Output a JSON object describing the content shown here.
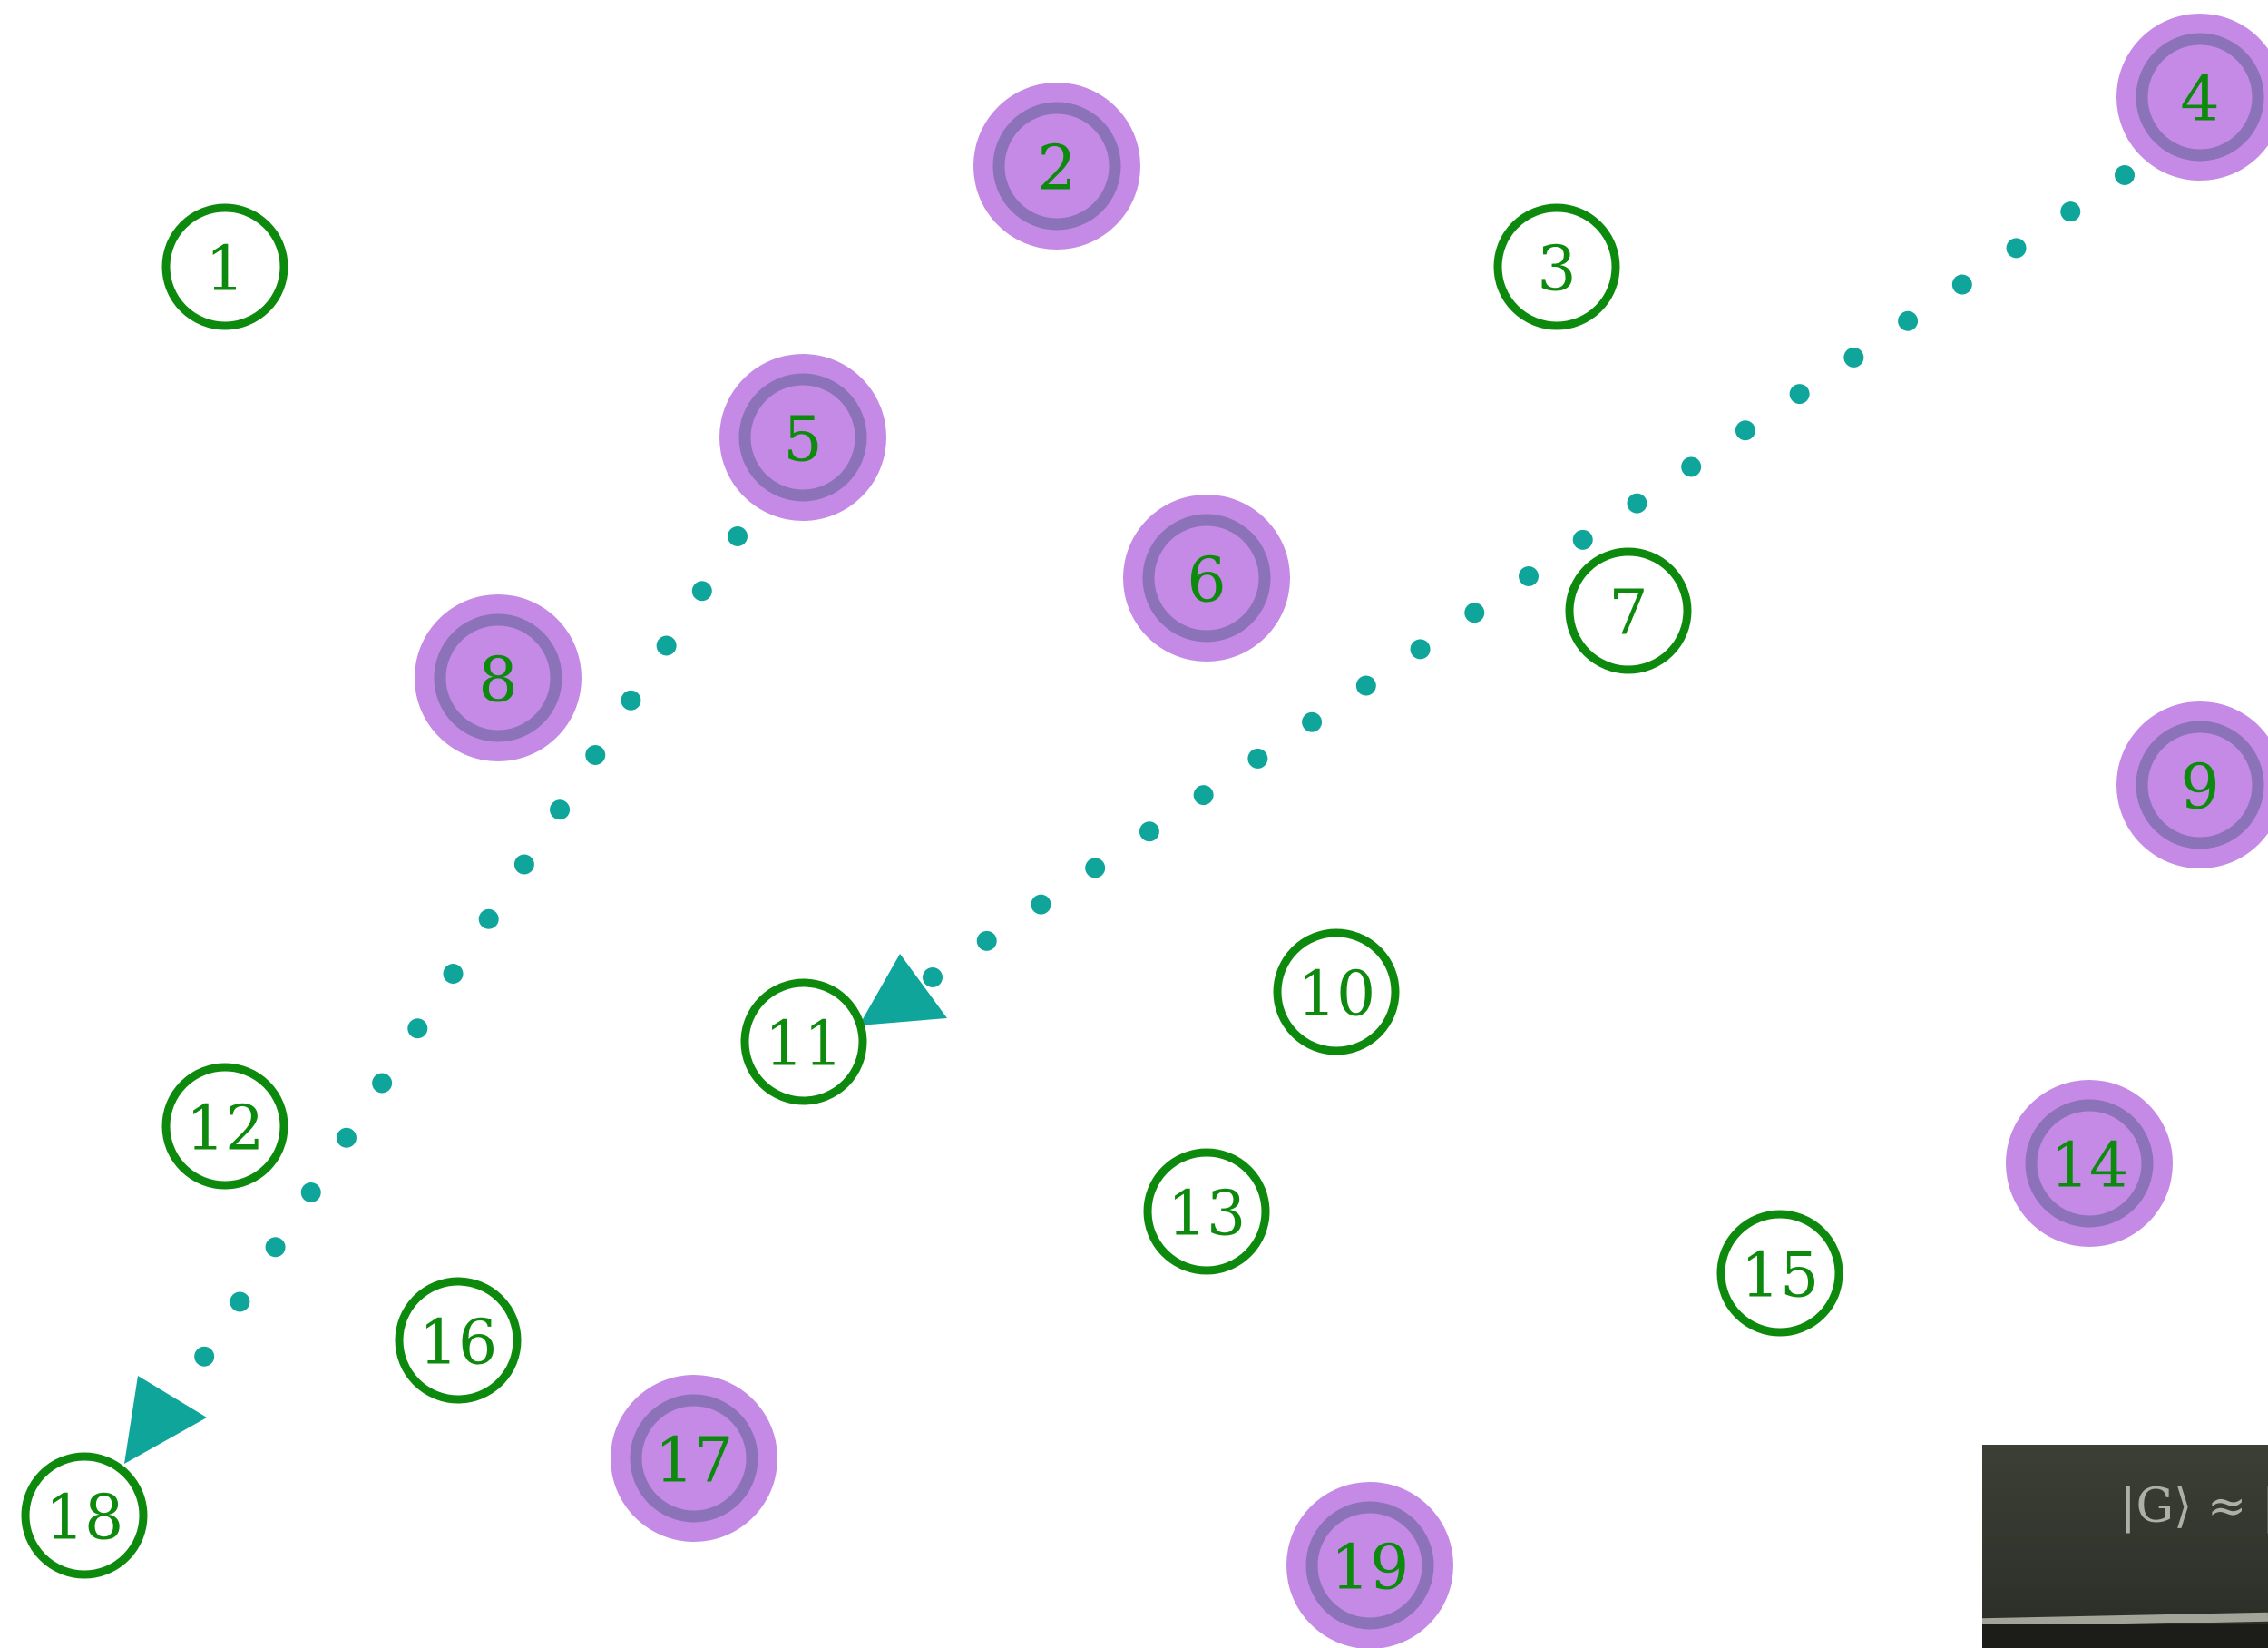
{
  "colors": {
    "node_ring": "#0d8a0d",
    "node_label": "#0d8a0d",
    "halo_fill": "#c48ae6",
    "halo_ring": "#8c72b8",
    "arrow": "#10a59b"
  },
  "nodes": [
    {
      "label": "1",
      "highlighted": false
    },
    {
      "label": "2",
      "highlighted": true
    },
    {
      "label": "3",
      "highlighted": false
    },
    {
      "label": "4",
      "highlighted": true
    },
    {
      "label": "5",
      "highlighted": true
    },
    {
      "label": "6",
      "highlighted": true
    },
    {
      "label": "7",
      "highlighted": false
    },
    {
      "label": "8",
      "highlighted": true
    },
    {
      "label": "9",
      "highlighted": true
    },
    {
      "label": "10",
      "highlighted": false
    },
    {
      "label": "11",
      "highlighted": false
    },
    {
      "label": "12",
      "highlighted": false
    },
    {
      "label": "13",
      "highlighted": false
    },
    {
      "label": "14",
      "highlighted": true
    },
    {
      "label": "15",
      "highlighted": false
    },
    {
      "label": "16",
      "highlighted": false
    },
    {
      "label": "17",
      "highlighted": true
    },
    {
      "label": "18",
      "highlighted": false
    },
    {
      "label": "19",
      "highlighted": true
    }
  ],
  "arrows": [
    {
      "from": "4",
      "to": "11",
      "style": "dotted"
    },
    {
      "from": "5",
      "to": "18",
      "style": "dotted"
    }
  ],
  "inset": {
    "type": "video-thumbnail",
    "chalk_text": "|G⟩ ≈ |"
  }
}
